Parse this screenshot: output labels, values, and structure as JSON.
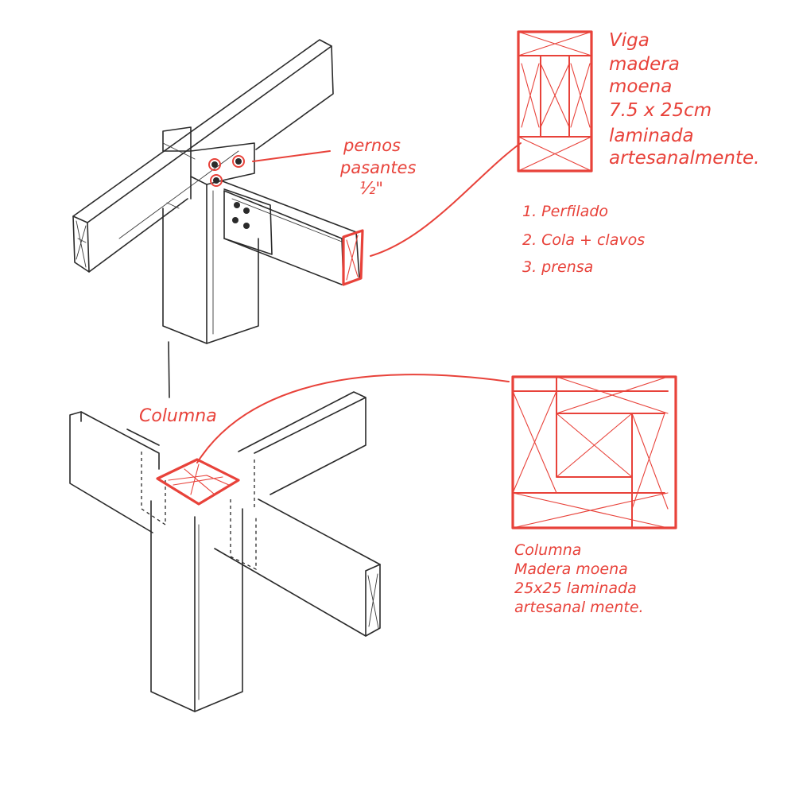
{
  "labels": {
    "pernos": [
      "pernos",
      "pasantes",
      "½\""
    ],
    "viga_note": [
      "Viga",
      "madera",
      "moena",
      "7.5 x 25cm",
      "laminada",
      "artesanalmente."
    ],
    "steps": [
      "1.  Perfilado",
      "2.  Cola + clavos",
      "3.  prensa"
    ],
    "columna_label": "Columna",
    "columna_note": [
      "Columna",
      "Madera moena",
      "25x25  laminada",
      "artesanal mente."
    ]
  },
  "colors": {
    "ink": "#2a2a2a",
    "annotation": "#e8423a",
    "paper": "#ffffff"
  }
}
